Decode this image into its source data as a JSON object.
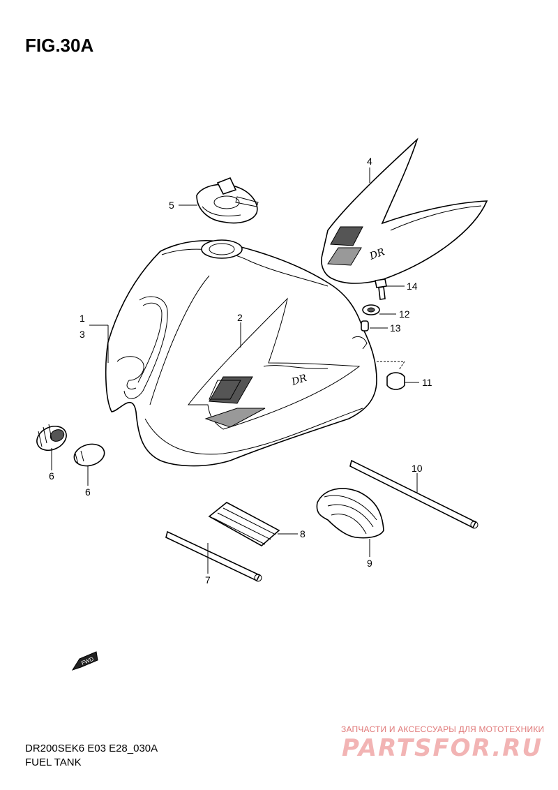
{
  "figure": {
    "title": "FIG.30A",
    "code": "DR200SEK6 E03 E28_030A",
    "description": "FUEL TANK",
    "fwd_label": "FWD"
  },
  "watermark": {
    "text": "ЗАПЧАСТИ И АКСЕССУАРЫ ДЛЯ МОТОТЕХНИКИ",
    "logo": "PARTSFOR.RU"
  },
  "callouts": {
    "c1": "1",
    "c3": "3",
    "c2": "2",
    "c4": "4",
    "c5": "5",
    "c6a": "6",
    "c6b": "6",
    "c7": "7",
    "c8": "8",
    "c9": "9",
    "c10": "10",
    "c11": "11",
    "c12": "12",
    "c13": "13",
    "c14": "14"
  },
  "logos": {
    "dr": "DR"
  }
}
